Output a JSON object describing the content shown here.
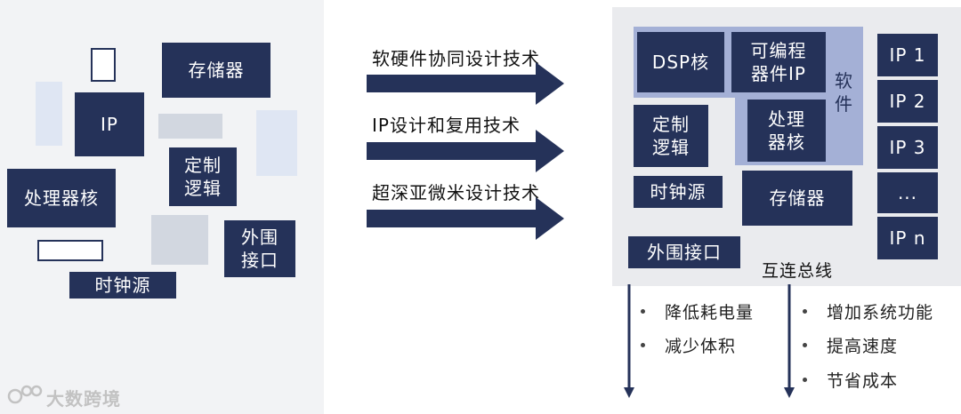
{
  "left": {
    "storage": "存储器",
    "ip": "IP",
    "processor_core": "处理器核",
    "custom_logic": "定制\n逻辑",
    "peripheral_interface": "外围\n接口",
    "clock_source": "时钟源"
  },
  "techniques": [
    {
      "label": "软硬件协同设计技术"
    },
    {
      "label": "IP设计和复用技术"
    },
    {
      "label": "超深亚微米设计技术"
    }
  ],
  "right": {
    "dsp_core": "DSP核",
    "programmable_ip": "可编程\n器件IP",
    "software": "软\n件",
    "custom_logic": "定制\n逻辑",
    "processor_core": "处理\n器核",
    "clock_source": "时钟源",
    "storage": "存储器",
    "peripheral_interface": "外围接口",
    "bus": "互连总线",
    "ip_list": [
      "IP 1",
      "IP 2",
      "IP 3",
      "...",
      "IP n"
    ]
  },
  "benefits_left": [
    "降低耗电量",
    "减少体积"
  ],
  "benefits_right": [
    "增加系统功能",
    "提高速度",
    "节省成本"
  ],
  "watermark": "大数跨境",
  "colors": {
    "block": "#253259",
    "software_region": "#a4b0d6",
    "arrow": "#253259"
  }
}
